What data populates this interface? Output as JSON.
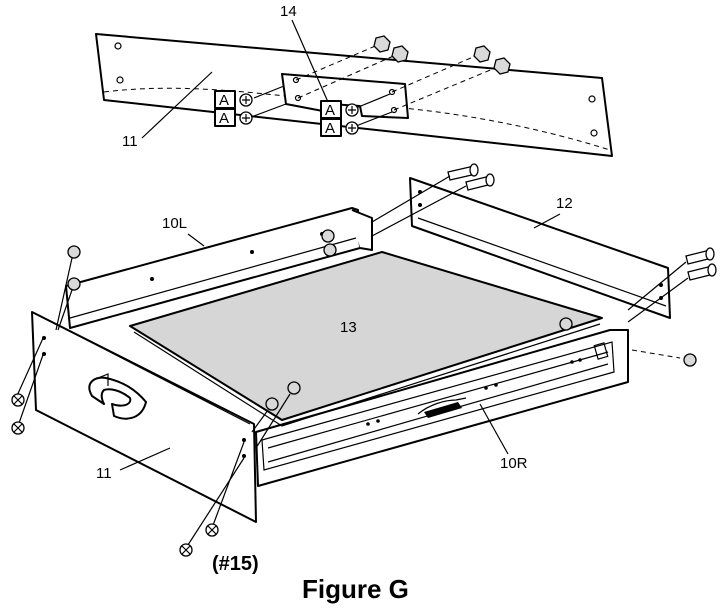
{
  "labels": {
    "part_14": "14",
    "part_11_top": "11",
    "part_12": "12",
    "part_10l": "10L",
    "part_13": "13",
    "part_11_front": "11",
    "part_10r": "10R"
  },
  "screw_marker": "A",
  "screw_note": "(#15)",
  "figure_caption": "Figure G"
}
